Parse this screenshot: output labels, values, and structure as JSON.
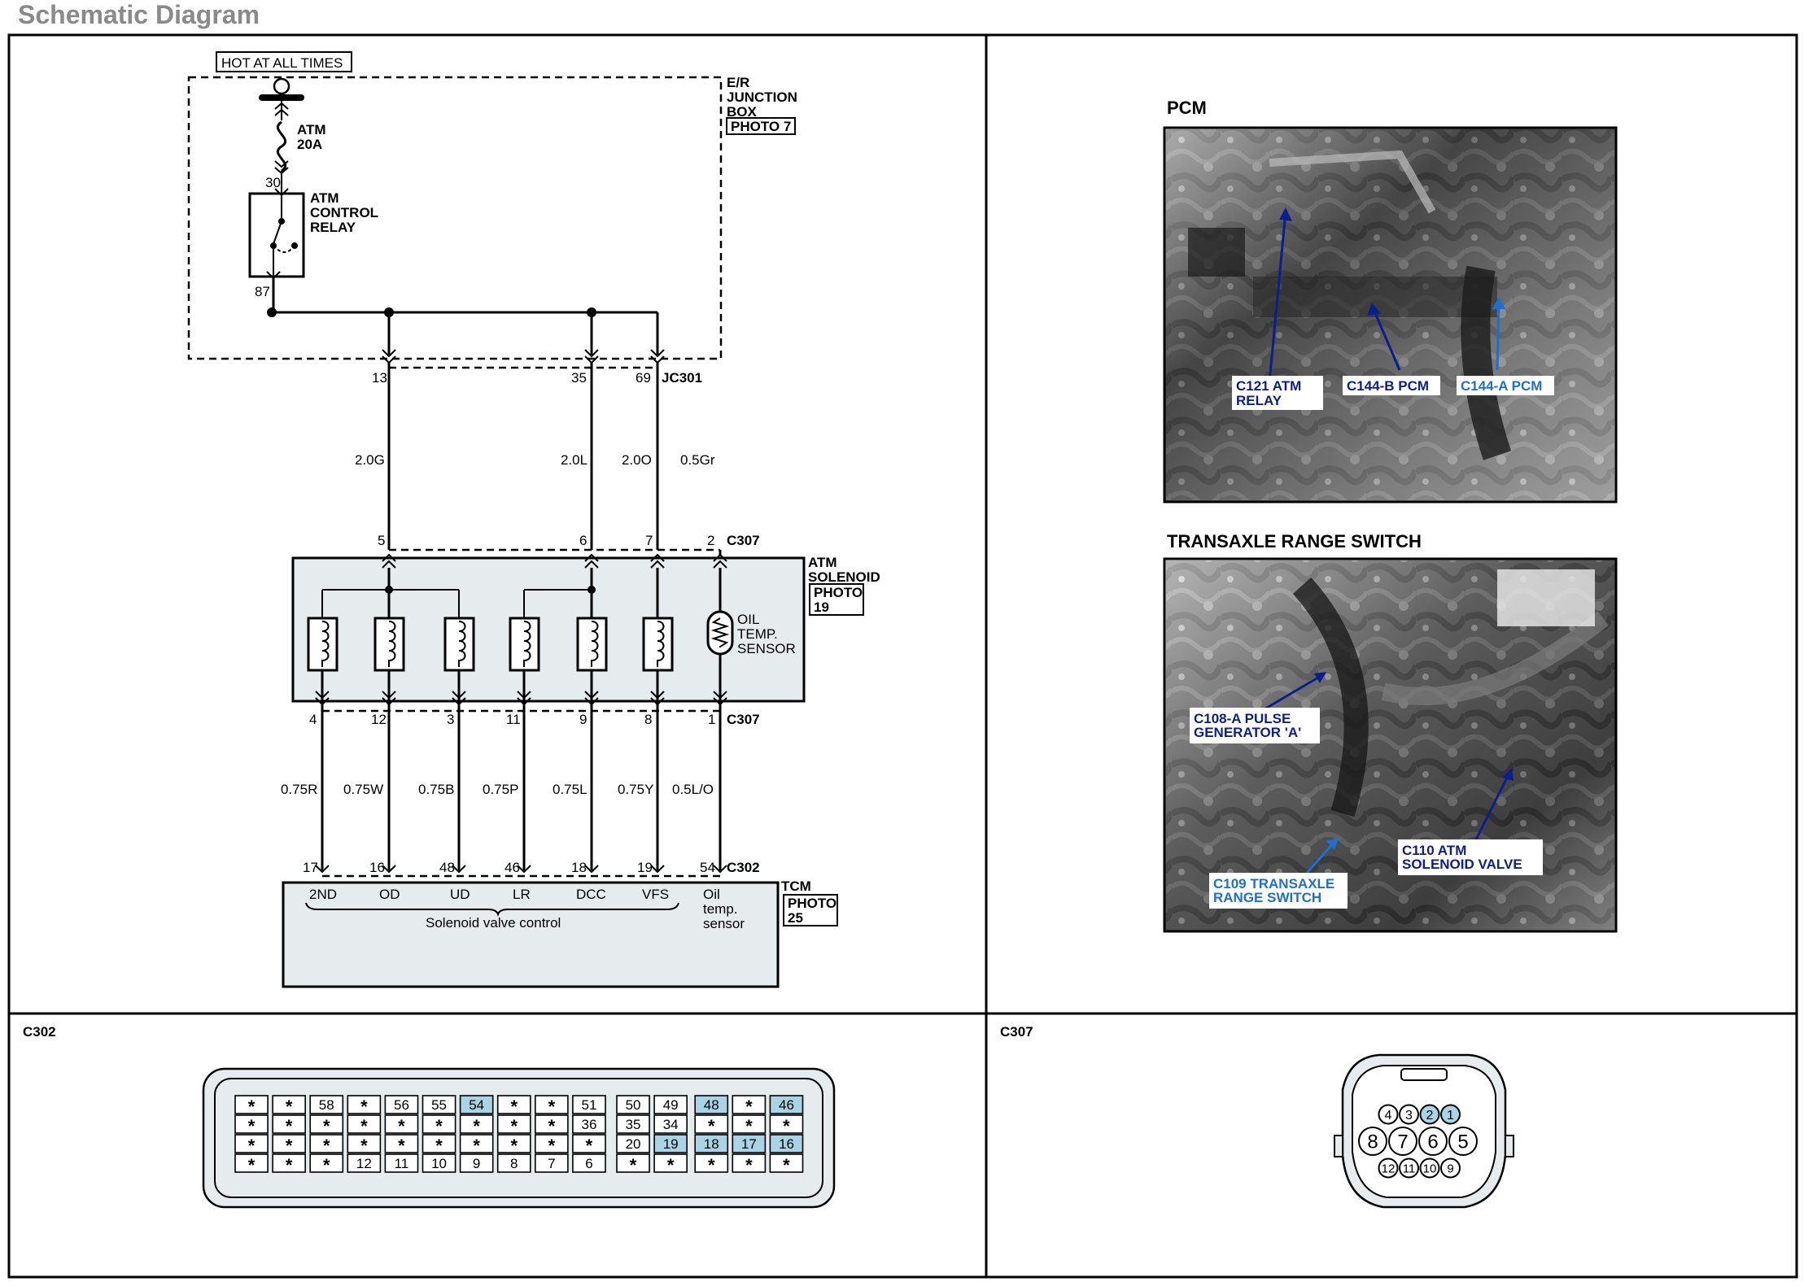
{
  "page": {
    "title": "Schematic Diagram"
  },
  "schematic": {
    "power_label": "HOT AT ALL TIMES",
    "junction_box": [
      "E/R",
      "JUNCTION",
      "BOX"
    ],
    "junction_photo": "PHOTO 7",
    "fuse": [
      "ATM",
      "20A"
    ],
    "relay": [
      "ATM",
      "CONTROL",
      "RELAY"
    ],
    "relay_pin_in": "30",
    "relay_pin_out": "87",
    "jc_pins": [
      "13",
      "35",
      "69"
    ],
    "jc_connector": "JC301",
    "upper_wires": [
      "2.0G",
      "2.0L",
      "2.0O",
      "0.5Gr"
    ],
    "solenoid_in_pins": [
      "5",
      "6",
      "7",
      "2"
    ],
    "solenoid_in_connector": "C307",
    "solenoid_label": [
      "ATM",
      "SOLENOID"
    ],
    "solenoid_photo": [
      "PHOTO",
      "19"
    ],
    "sensor_label": [
      "OIL",
      "TEMP.",
      "SENSOR"
    ],
    "solenoid_out_pins": [
      "4",
      "12",
      "3",
      "11",
      "9",
      "8",
      "1"
    ],
    "solenoid_out_connector": "C307",
    "lower_wires": [
      "0.75R",
      "0.75W",
      "0.75B",
      "0.75P",
      "0.75L",
      "0.75Y",
      "0.5L/O"
    ],
    "tcm_pins": [
      "17",
      "16",
      "48",
      "46",
      "18",
      "19",
      "54"
    ],
    "tcm_connector": "C302",
    "tcm_label": "TCM",
    "tcm_photo": [
      "PHOTO",
      "25"
    ],
    "tcm_functions": [
      "2ND",
      "OD",
      "UD",
      "LR",
      "DCC",
      "VFS"
    ],
    "tcm_sensor": [
      "Oil",
      "temp.",
      "sensor"
    ],
    "tcm_group_label": "Solenoid valve control"
  },
  "photos": {
    "pcm": {
      "title": "PCM",
      "callouts": [
        {
          "lines": [
            "C121 ATM",
            "RELAY"
          ],
          "tone": "dark"
        },
        {
          "lines": [
            "C144-B PCM"
          ],
          "tone": "dark"
        },
        {
          "lines": [
            "C144-A PCM"
          ],
          "tone": "light"
        }
      ]
    },
    "trs": {
      "title": "TRANSAXLE RANGE SWITCH",
      "callouts": [
        {
          "lines": [
            "C108-A PULSE",
            "GENERATOR 'A'"
          ],
          "tone": "dark"
        },
        {
          "lines": [
            "C109 TRANSAXLE",
            "RANGE SWITCH"
          ],
          "tone": "light"
        },
        {
          "lines": [
            "C110 ATM",
            "SOLENOID VALVE"
          ],
          "tone": "dark"
        }
      ]
    }
  },
  "c302": {
    "title": "C302",
    "rows": [
      [
        "*",
        "*",
        "58",
        "*",
        "56",
        "55",
        "54",
        "*",
        "*",
        "51",
        "50",
        "49",
        "48",
        "*",
        "46"
      ],
      [
        "*",
        "*",
        "*",
        "*",
        "*",
        "*",
        "*",
        "*",
        "*",
        "36",
        "35",
        "34",
        "*",
        "*",
        "*"
      ],
      [
        "*",
        "*",
        "*",
        "*",
        "*",
        "*",
        "*",
        "*",
        "*",
        "*",
        "20",
        "19",
        "18",
        "17",
        "16"
      ],
      [
        "*",
        "*",
        "*",
        "12",
        "11",
        "10",
        "9",
        "8",
        "7",
        "6",
        "*",
        "*",
        "*",
        "*",
        "*"
      ]
    ],
    "highlighted": [
      "54",
      "48",
      "46",
      "19",
      "18",
      "17",
      "16"
    ],
    "highlight_color": "#a8d4e6"
  },
  "c307": {
    "title": "C307",
    "top_row": [
      "4",
      "3",
      "2",
      "1"
    ],
    "middle_row": [
      "8",
      "7",
      "6",
      "5"
    ],
    "bottom_row": [
      "12",
      "11",
      "10",
      "9"
    ],
    "highlighted": [
      "2",
      "1"
    ],
    "highlight_color": "#a8d4e6"
  },
  "colors": {
    "panel_fill": "#e6ebee",
    "title_gray": "#8a8a8a"
  }
}
